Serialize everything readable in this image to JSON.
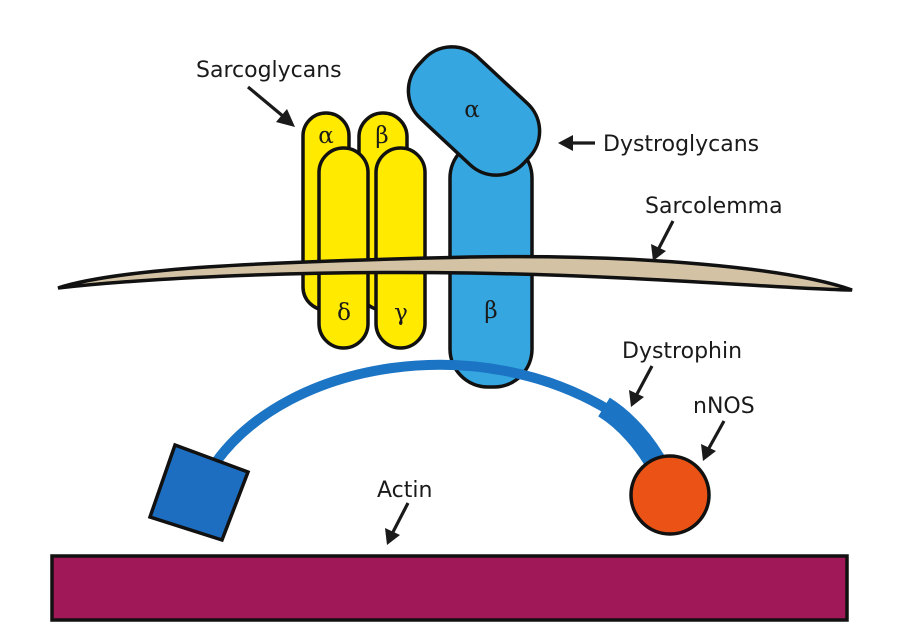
{
  "title": "Dystrophin-associated protein complex",
  "colors": {
    "sarcoglycan": "#FFEA00",
    "dystroglycan": "#35A6DF",
    "sarcolemma": "#D3C3A4",
    "dystrophin": "#1B74C4",
    "dystrophin_square": "#1D6EC0",
    "nnos": "#EB5215",
    "actin": "#A11858",
    "outline": "#111111",
    "text": "#1a1a1a"
  },
  "labels": {
    "sarcoglycans": "Sarcoglycans",
    "dystroglycans": "Dystroglycans",
    "sarcolemma": "Sarcolemma",
    "dystrophin": "Dystrophin",
    "nnos": "nNOS",
    "actin": "Actin"
  },
  "sarcoglycans": {
    "alpha": "α",
    "beta": "β",
    "delta": "δ",
    "gamma": "γ"
  },
  "dystroglycans": {
    "alpha": "α",
    "beta": "β"
  }
}
